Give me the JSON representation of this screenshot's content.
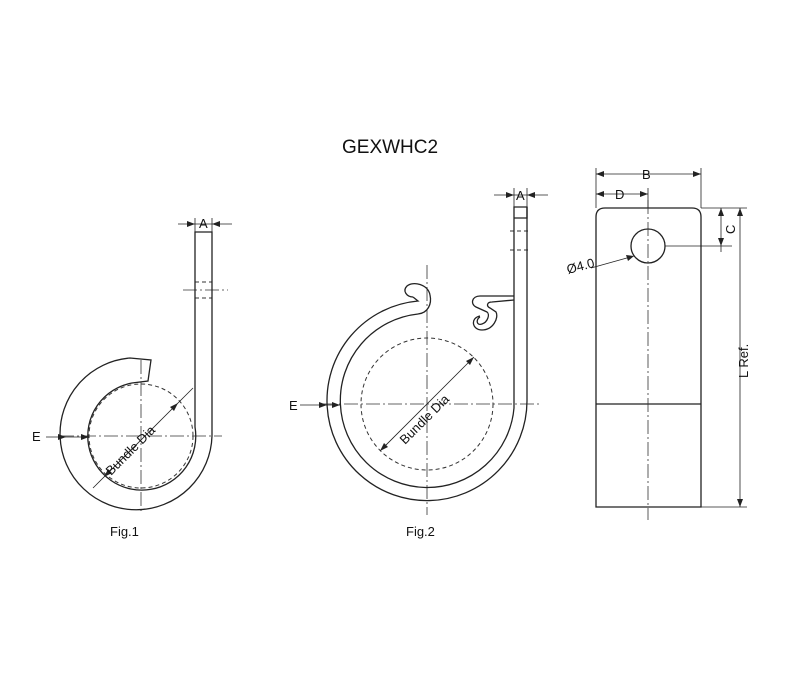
{
  "title": "GEXWHC2",
  "figures": {
    "fig1": {
      "caption": "Fig.1",
      "dim_a": "A",
      "dim_e": "E",
      "bundle": "Bundle Dia"
    },
    "fig2": {
      "caption": "Fig.2",
      "dim_a": "A",
      "dim_e": "E",
      "bundle": "Bundle Dia"
    },
    "side_view": {
      "dim_b": "B",
      "dim_d": "D",
      "dim_c": "C",
      "hole": "Ø4.0",
      "length": "L Ref."
    }
  }
}
